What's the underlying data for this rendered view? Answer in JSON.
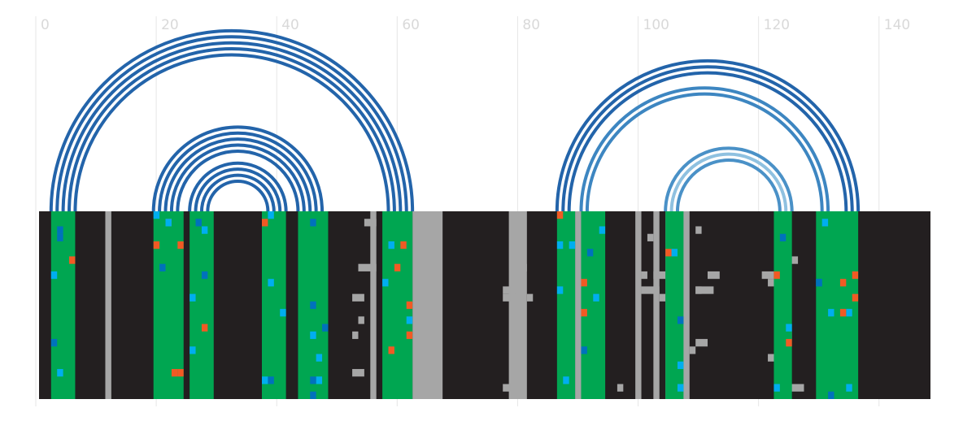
{
  "chart_data": {
    "type": "arc-diagram-with-alignment-heatmap",
    "x_axis": {
      "range": [
        0,
        148
      ],
      "ticks": [
        0,
        20,
        40,
        60,
        80,
        100,
        120,
        140
      ],
      "tick_labels": [
        "0",
        "20",
        "40",
        "60",
        "80",
        "100",
        "120",
        "140"
      ],
      "grid": true
    },
    "helix_groups": [
      {
        "arcs": [
          [
            2,
            62
          ],
          [
            3,
            61
          ],
          [
            4,
            60
          ],
          [
            5,
            59
          ],
          [
            6,
            58
          ]
        ],
        "shade": "#2364aa"
      },
      {
        "arcs": [
          [
            19,
            47
          ],
          [
            20,
            46
          ],
          [
            21,
            45
          ],
          [
            22,
            44
          ],
          [
            23,
            43
          ]
        ],
        "shade": "#2364aa"
      },
      {
        "arcs": [
          [
            25,
            41
          ],
          [
            26,
            40
          ],
          [
            27,
            39
          ],
          [
            28,
            38
          ]
        ],
        "shade": "#2364aa"
      },
      {
        "arcs": [
          [
            86,
            136
          ],
          [
            87,
            135
          ],
          [
            88,
            134
          ]
        ],
        "shade": "#2364aa"
      },
      {
        "arcs": [
          [
            90,
            131
          ],
          [
            91,
            130
          ]
        ],
        "shade": "#3d86c1"
      },
      {
        "arcs": [
          [
            104,
            125
          ]
        ],
        "shade": "#4a91c7"
      },
      {
        "arcs": [
          [
            105,
            124
          ]
        ],
        "shade": "#8fc1e0"
      },
      {
        "arcs": [
          [
            106,
            123
          ]
        ],
        "shade": "#4a91c7"
      }
    ],
    "columns": {
      "paired": [
        [
          2,
          6
        ],
        [
          19,
          24
        ],
        [
          25,
          29
        ],
        [
          37,
          41
        ],
        [
          43,
          48
        ],
        [
          57,
          62
        ],
        [
          86,
          89
        ],
        [
          90,
          94
        ],
        [
          104,
          107
        ],
        [
          122,
          125
        ],
        [
          129,
          136
        ]
      ],
      "gap_columns": [
        [
          11,
          12
        ],
        [
          55,
          56
        ],
        [
          62,
          67
        ],
        [
          78,
          81
        ],
        [
          89,
          90
        ],
        [
          99,
          100
        ],
        [
          102,
          103
        ],
        [
          104,
          108
        ]
      ]
    },
    "rows": 25,
    "palette": {
      "background": "#231f20",
      "paired": "#00a651",
      "gap": "#a6a6a6",
      "mutation_orange": "#f15a24",
      "mutation_cyan": "#00aeef",
      "mutation_blue": "#0072bc",
      "grid": "#e6e6e6",
      "tick_text": "#d9d9d9"
    }
  }
}
